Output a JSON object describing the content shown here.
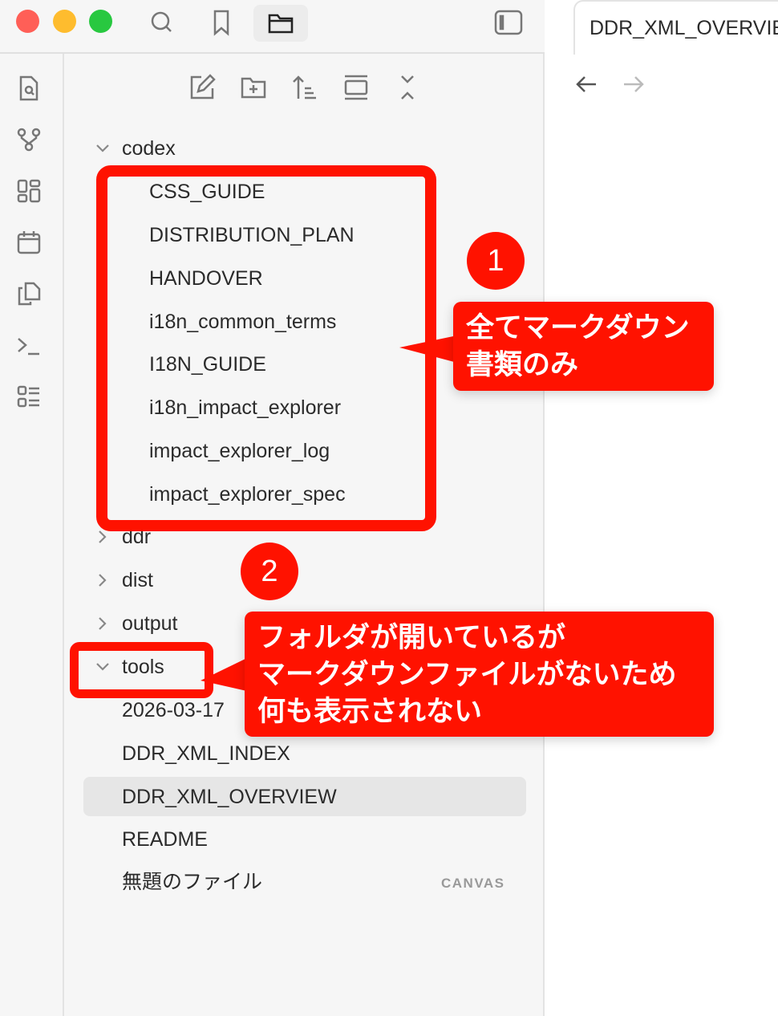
{
  "window": {
    "traffic_lights": {
      "close": "#ff5f57",
      "minimize": "#febc2e",
      "zoom": "#28c840"
    }
  },
  "titlebar_icons": [
    "search-icon",
    "bookmark-icon",
    "folder-icon",
    "sidebar-toggle-icon"
  ],
  "ribbon_icons": [
    "file-search-icon",
    "graph-icon",
    "canvas-icon",
    "calendar-icon",
    "copy-icon",
    "terminal-icon",
    "outline-icon"
  ],
  "toolbar_icons": [
    "new-note-icon",
    "new-folder-icon",
    "sort-icon",
    "auto-reveal-icon",
    "collapse-all-icon"
  ],
  "tab": {
    "title": "DDR_XML_OVERVIEW"
  },
  "tree": {
    "codex": {
      "label": "codex",
      "children": [
        "CSS_GUIDE",
        "DISTRIBUTION_PLAN",
        "HANDOVER",
        "i18n_common_terms",
        "I18N_GUIDE",
        "i18n_impact_explorer",
        "impact_explorer_log",
        "impact_explorer_spec"
      ]
    },
    "folders": [
      "ddr",
      "dist",
      "output"
    ],
    "tools": {
      "label": "tools"
    },
    "files": [
      "2026-03-17",
      "DDR_XML_INDEX",
      "DDR_XML_OVERVIEW",
      "README"
    ],
    "canvas_file": {
      "label": "無題のファイル",
      "badge": "CANVAS"
    }
  },
  "annotations": {
    "color": "#ff1200",
    "one": {
      "number": "1",
      "lines": [
        "全てマークダウン",
        "書類のみ"
      ]
    },
    "two": {
      "number": "2",
      "lines": [
        "フォルダが開いているが",
        "マークダウンファイルがないため",
        "何も表示されない"
      ]
    }
  }
}
